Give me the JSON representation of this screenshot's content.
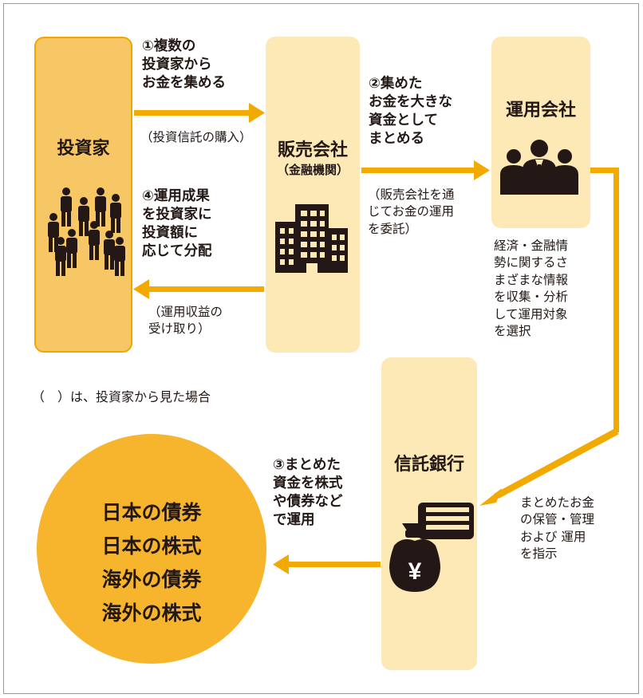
{
  "investor": {
    "title": "投資家"
  },
  "seller": {
    "title": "販売会社",
    "subtitle": "（金融機関）"
  },
  "manager": {
    "title": "運用会社"
  },
  "trust_bank": {
    "title": "信託銀行"
  },
  "steps": {
    "step1": "①複数の\n投資家から\nお金を集める",
    "step1_note": "（投資信託の購入）",
    "step2": "②集めた\nお金を大きな\n資金として\nまとめる",
    "step2_note": "（販売会社を通\nじてお金の運用\nを委託）",
    "step3": "③まとめた\n資金を株式\nや債券など\nで運用",
    "step4": "④運用成果\nを投資家に\n投資額に\n応じて分配",
    "step4_note": "（運用収益の\n受け取り）"
  },
  "manager_note": "経済・金融情\n勢に関するさ\nまざまな情報\nを収集・分析\nして運用対象\nを選択",
  "trust_note": "まとめたお金\nの保管・管理\nおよび 運用\nを指示",
  "legend": "（　）は、投資家から見た場合",
  "assets": [
    "日本の債券",
    "日本の株式",
    "海外の債券",
    "海外の株式"
  ],
  "icons": {
    "investor": "people-group-icon",
    "seller": "office-building-icon",
    "manager": "business-team-icon",
    "trust": "money-bag-yen-icon"
  },
  "yen_symbol": "¥",
  "colors": {
    "box_fill": "#fce9b5",
    "investor_fill": "#f7c765",
    "investor_border": "#f0a500",
    "arrow": "#f2a900",
    "circle": "#f6b52c",
    "icon": "#231815"
  }
}
